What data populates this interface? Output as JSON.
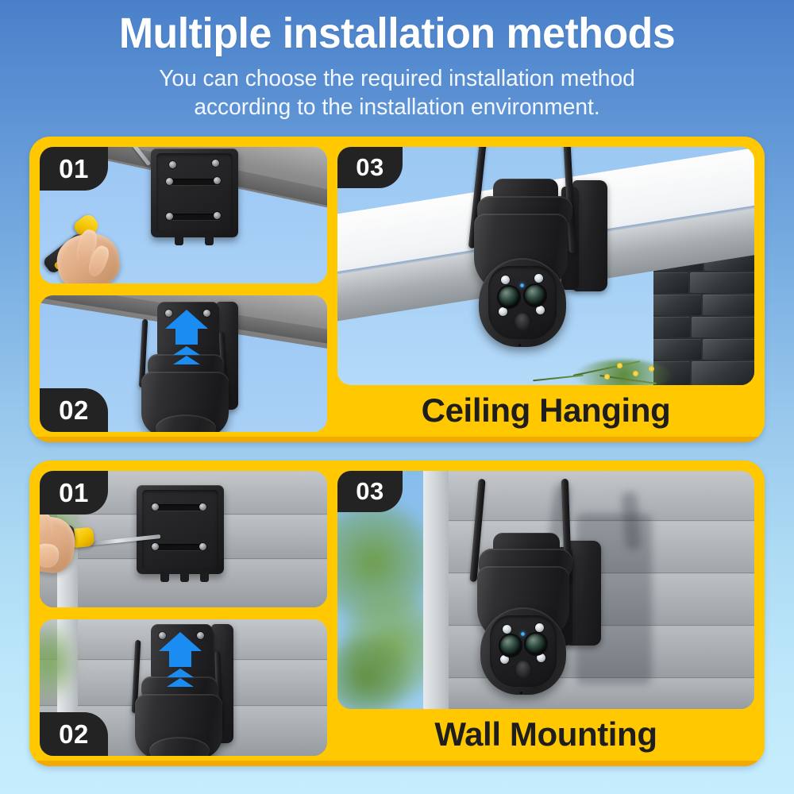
{
  "header": {
    "title": "Multiple installation methods",
    "subtitle_line1": "You can choose the required installation method",
    "subtitle_line2": "according to the installation environment."
  },
  "theme": {
    "accent_yellow": "#FFC800",
    "accent_yellow_shadow": "#F0A400",
    "badge_black": "#232323",
    "badge_text": "#FFFFFF",
    "caption_text": "#1E1E1E",
    "arrow_blue": "#1B8CF2",
    "bg_top": "#4A80C9",
    "bg_bottom": "#C6EDFD",
    "title_text": "#FFFFFF"
  },
  "cards": [
    {
      "id": "ceiling-hanging",
      "caption": "Ceiling Hanging",
      "steps": [
        {
          "badge": "01",
          "badge_position": "top-left",
          "scene": "Hand with yellow screwdriver fastening black mounting bracket plate to underside of a ceiling / soffit"
        },
        {
          "badge": "02",
          "badge_position": "bottom-left",
          "scene": "Camera sliding up into the ceiling bracket, blue up arrow",
          "arrow": "up"
        }
      ],
      "hero": {
        "badge": "03",
        "scene": "Black PTZ security camera with two antennas hanging from a white eave soffit, dark brick wall and yellow flowers at right"
      }
    },
    {
      "id": "wall-mounting",
      "caption": "Wall Mounting",
      "steps": [
        {
          "badge": "01",
          "badge_position": "top-left",
          "scene": "Hand with yellow screwdriver fastening black mounting bracket plate to a gray siding wall"
        },
        {
          "badge": "02",
          "badge_position": "bottom-left",
          "scene": "Camera sliding up into the wall bracket, blue up arrow",
          "arrow": "up"
        }
      ],
      "hero": {
        "badge": "03",
        "scene": "Black PTZ security camera with two antennas mounted on gray horizontal siding wall, blue sky and blurred green tree at left"
      }
    }
  ]
}
